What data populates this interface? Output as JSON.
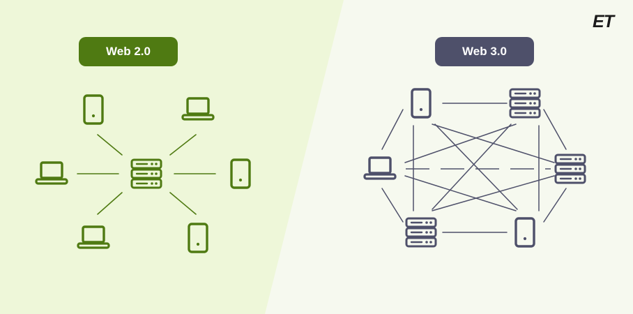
{
  "colors": {
    "web2": "#4f7a12",
    "web3": "#4e506a",
    "bg_left": "#eef7d9",
    "bg_right": "#f7faf0"
  },
  "web2": {
    "label": "Web 2.0",
    "topology": "centralized",
    "hub": "server-icon",
    "nodes": [
      "phone-icon",
      "laptop-icon",
      "phone-icon",
      "phone-icon",
      "laptop-icon",
      "laptop-icon"
    ]
  },
  "web3": {
    "label": "Web 3.0",
    "topology": "decentralized",
    "nodes": [
      "phone-icon",
      "server-icon",
      "laptop-icon",
      "server-icon",
      "server-icon",
      "phone-icon"
    ]
  },
  "logo": {
    "text": "ET"
  }
}
